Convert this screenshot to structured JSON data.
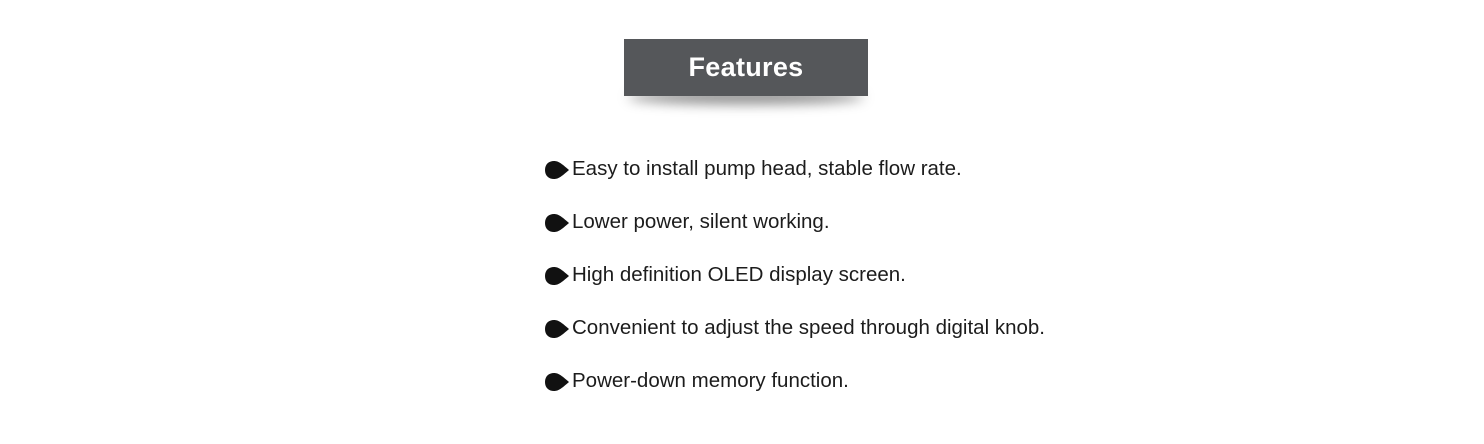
{
  "header": {
    "title": "Features",
    "box_color": "#55575a",
    "text_color": "#ffffff"
  },
  "features": {
    "bullet_icon": "arrow-bullet-icon",
    "items": [
      {
        "label": "Easy to install pump head, stable flow rate."
      },
      {
        "label": "Lower power, silent working."
      },
      {
        "label": "High definition OLED display screen."
      },
      {
        "label": "Convenient to adjust the speed through digital knob."
      },
      {
        "label": "Power-down memory function."
      }
    ]
  }
}
